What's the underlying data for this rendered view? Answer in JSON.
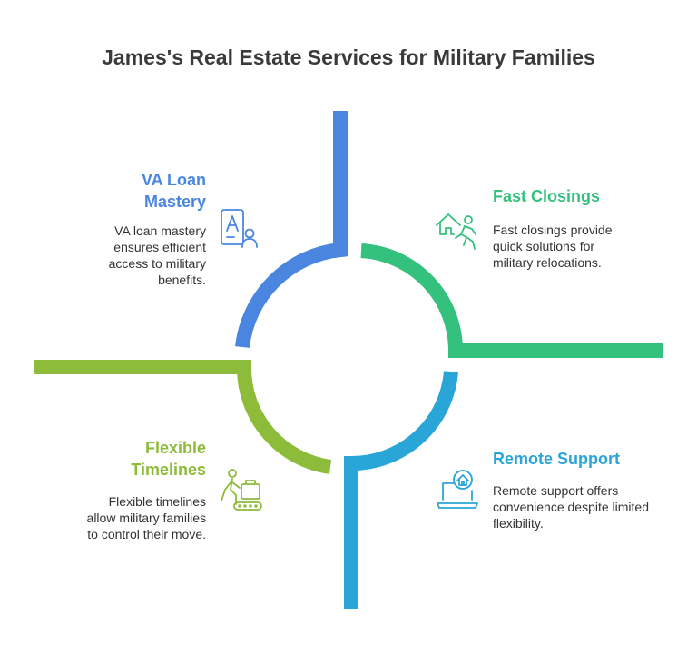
{
  "title": "James's Real Estate Services for Military Families",
  "colors": {
    "va_loan": "#4a86e0",
    "fast_closings": "#34c17d",
    "remote_support": "#2aa5d8",
    "flexible": "#8dbb3a"
  },
  "sections": {
    "va_loan": {
      "heading": [
        "VA Loan",
        "Mastery"
      ],
      "description": [
        "VA loan mastery",
        "ensures efficient",
        "access to military",
        "benefits."
      ],
      "icon": "document-person-icon"
    },
    "fast_closings": {
      "heading": [
        "Fast Closings"
      ],
      "description": [
        "Fast closings provide",
        "quick solutions for",
        "military relocations."
      ],
      "icon": "house-running-person-icon"
    },
    "flexible": {
      "heading": [
        "Flexible",
        "Timelines"
      ],
      "description": [
        "Flexible timelines",
        "allow military families",
        "to control their move."
      ],
      "icon": "person-luggage-conveyor-icon"
    },
    "remote_support": {
      "heading": [
        "Remote Support"
      ],
      "description": [
        "Remote support offers",
        "convenience despite limited",
        "flexibility."
      ],
      "icon": "laptop-house-icon"
    }
  }
}
